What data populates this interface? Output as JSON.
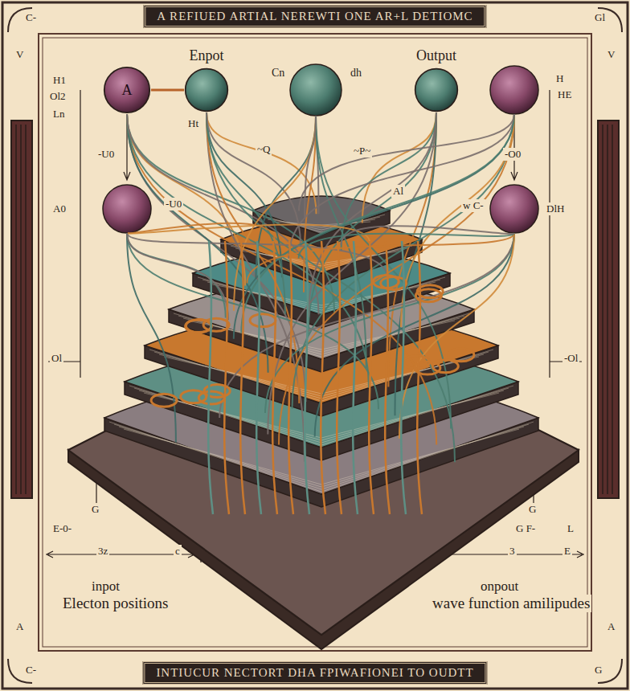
{
  "diagram": {
    "title": "A REFIUED ARTIAL NEREWTI ONE AR+L DETIOMC",
    "caption": "INTIUCUR NECTORT DHA FPIWAFIONEI TO OUDTT",
    "nodes": [
      {
        "text": [
          "A"
        ]
      },
      {
        "text": [
          "Enpot"
        ]
      },
      {
        "text": [
          "Output"
        ]
      }
    ],
    "edges": [
      {
        "from": 0,
        "to": 1,
        "arrow": "none"
      }
    ],
    "labels": [
      "C-",
      "Gl",
      "H1",
      "Ol2",
      "Ln",
      "Ht",
      "Cn",
      "dh",
      "H",
      "HE",
      "-U0",
      "~Q",
      "~P~",
      "-O0",
      "Al",
      "A0",
      "-U0",
      "w C-",
      "DlH",
      "Ol",
      "-Ol",
      "G",
      "E-0-",
      "3z",
      "c",
      "G",
      "G F-",
      "L",
      "3",
      "E",
      "inpot",
      "Electon positions",
      "onpout",
      "wave function amilipudes",
      "V",
      "V",
      "A",
      "A",
      "C-",
      "G"
    ]
  }
}
